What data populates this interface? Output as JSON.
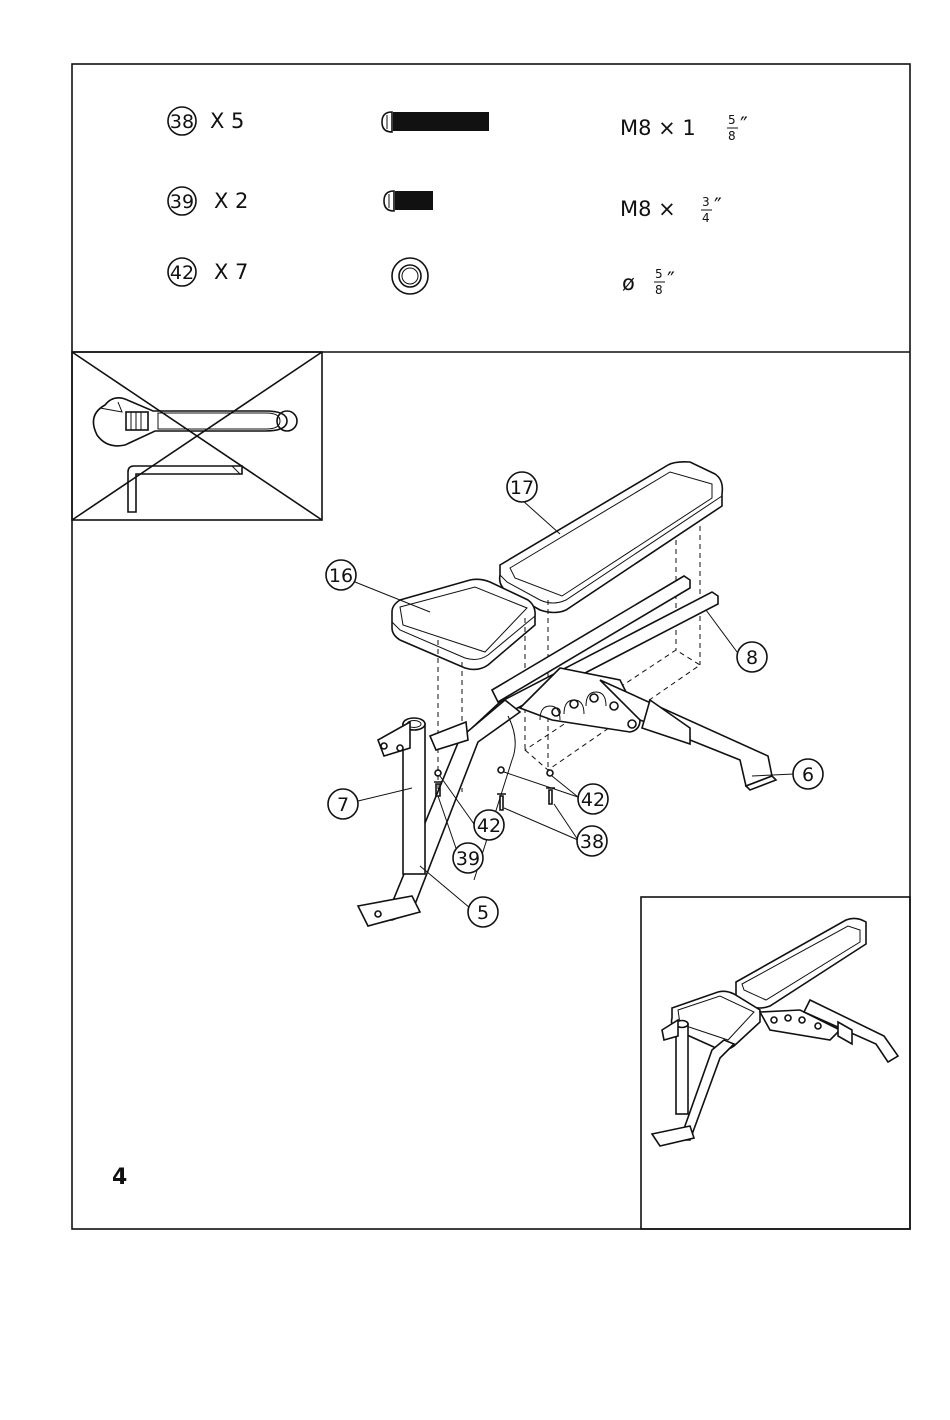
{
  "step_number": "4",
  "hardware": [
    {
      "part": "38",
      "qty": "X 5",
      "spec": "M8 × 1",
      "frac_num": "5",
      "frac_den": "8",
      "unit": "″",
      "icon": "long-bolt-icon"
    },
    {
      "part": "39",
      "qty": "X 2",
      "spec": "M8 ×",
      "frac_num": "3",
      "frac_den": "4",
      "unit": "″",
      "icon": "short-bolt-icon"
    },
    {
      "part": "42",
      "qty": "X 7",
      "spec": "ø",
      "frac_num": "5",
      "frac_den": "8",
      "unit": "″",
      "icon": "washer-icon"
    }
  ],
  "tools_panel": {
    "icons": [
      "adjustable-wrench-icon",
      "hex-key-icon"
    ],
    "crossed_out": true
  },
  "callouts": {
    "c17": "17",
    "c16": "16",
    "c8": "8",
    "c7": "7",
    "c6": "6",
    "c42a": "42",
    "c42b": "42",
    "c38": "38",
    "c39": "39",
    "c5": "5"
  },
  "colors": {
    "ink": "#111111",
    "paper": "#ffffff"
  }
}
